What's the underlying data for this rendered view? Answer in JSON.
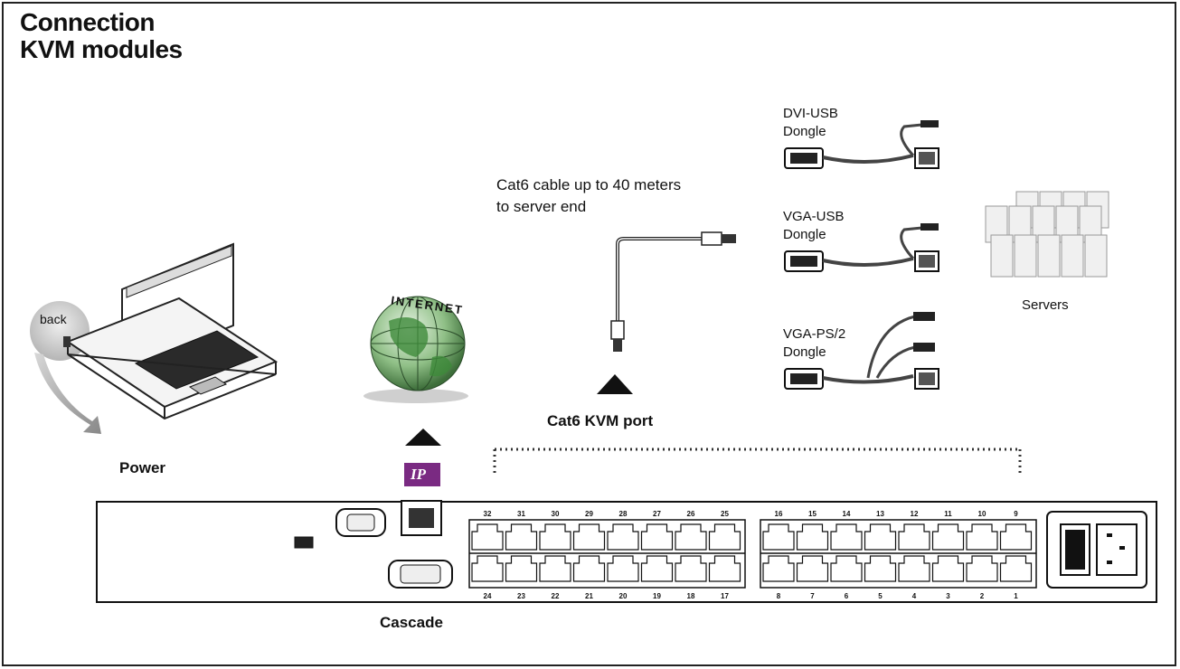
{
  "title": {
    "line1": "Connection",
    "line2": "KVM modules"
  },
  "labels": {
    "back": "back",
    "power": "Power",
    "internet": "INTERNET",
    "ip": "IP",
    "cat6_cable": [
      "Cat6 cable up to 40 meters",
      "to server end"
    ],
    "cat6_port": "Cat6 KVM port",
    "cascade": "Cascade",
    "servers": "Servers"
  },
  "dongles": [
    {
      "name": "DVI-USB",
      "line2": "Dongle"
    },
    {
      "name": "VGA-USB",
      "line2": "Dongle"
    },
    {
      "name": "VGA-PS/2",
      "line2": "Dongle"
    }
  ],
  "ports": {
    "top_left": [
      "32",
      "31",
      "30",
      "29",
      "28",
      "27",
      "26",
      "25"
    ],
    "bottom_left": [
      "24",
      "23",
      "22",
      "21",
      "20",
      "19",
      "18",
      "17"
    ],
    "top_right": [
      "16",
      "15",
      "14",
      "13",
      "12",
      "11",
      "10",
      "9"
    ],
    "bottom_right": [
      "8",
      "7",
      "6",
      "5",
      "4",
      "3",
      "2",
      "1"
    ]
  },
  "colors": {
    "ip_badge": "#7a2a82",
    "globe_green": "#3d8a3a",
    "arrow": "#111111"
  }
}
